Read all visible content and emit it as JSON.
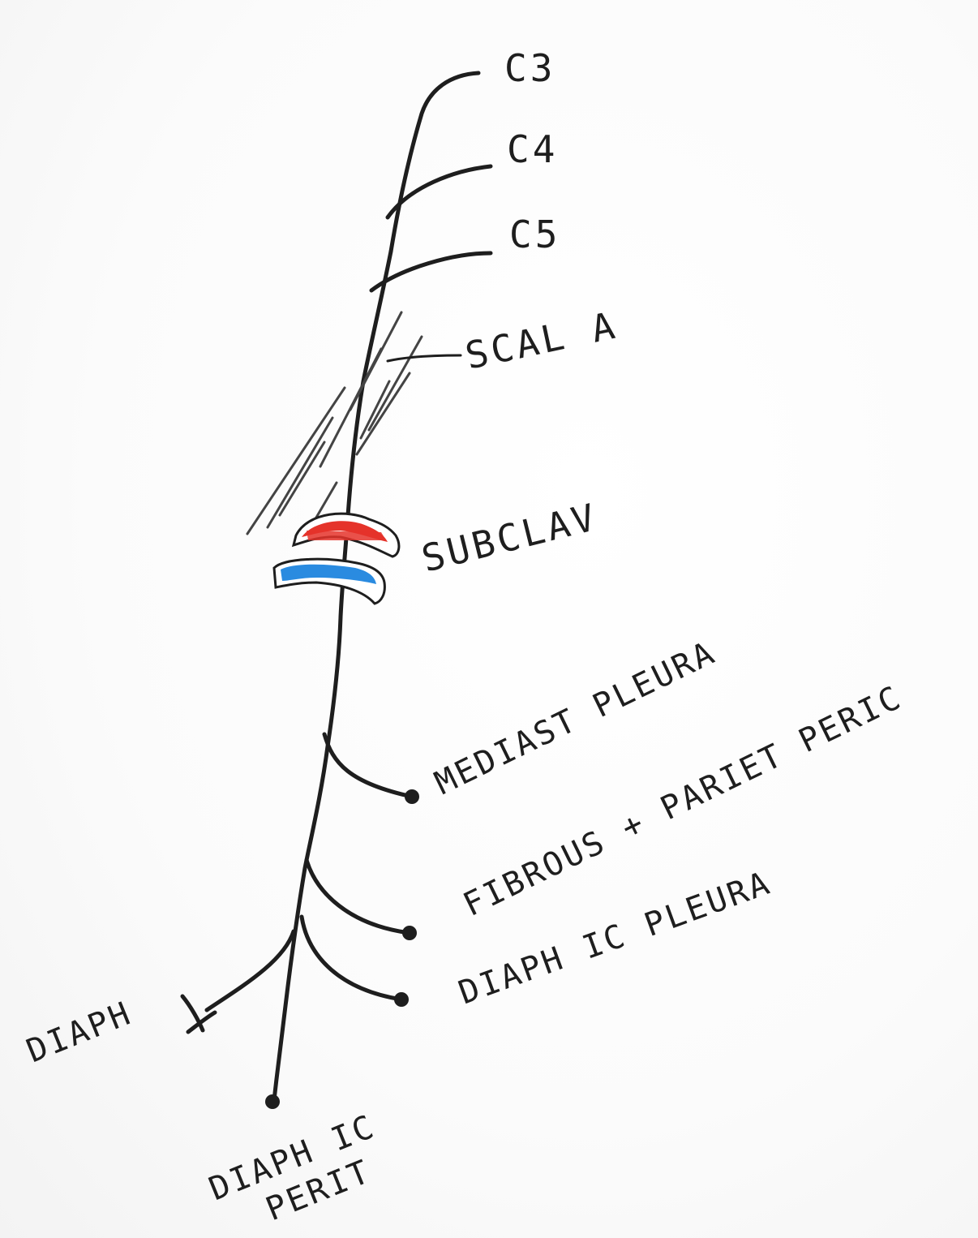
{
  "labels": {
    "c3": "C3",
    "c4": "C4",
    "c5": "C5",
    "scalene": "SCAL A",
    "subclavian": "SUBCLAV",
    "mediastinal_pleura": "MEDIAST PLEURA",
    "fibrous_parietal": "FIBROUS + PARIET PERIC",
    "diaphragmatic_pleura": "DIAPH IC PLEURA",
    "diaph": "DIAPH",
    "diaphragmatic_perit_1": "DIAPH IC",
    "diaphragmatic_perit_2": "PERIT"
  },
  "colors": {
    "ink": "#1e1e1e",
    "artery": "#e5332a",
    "vein": "#2a8be0"
  }
}
